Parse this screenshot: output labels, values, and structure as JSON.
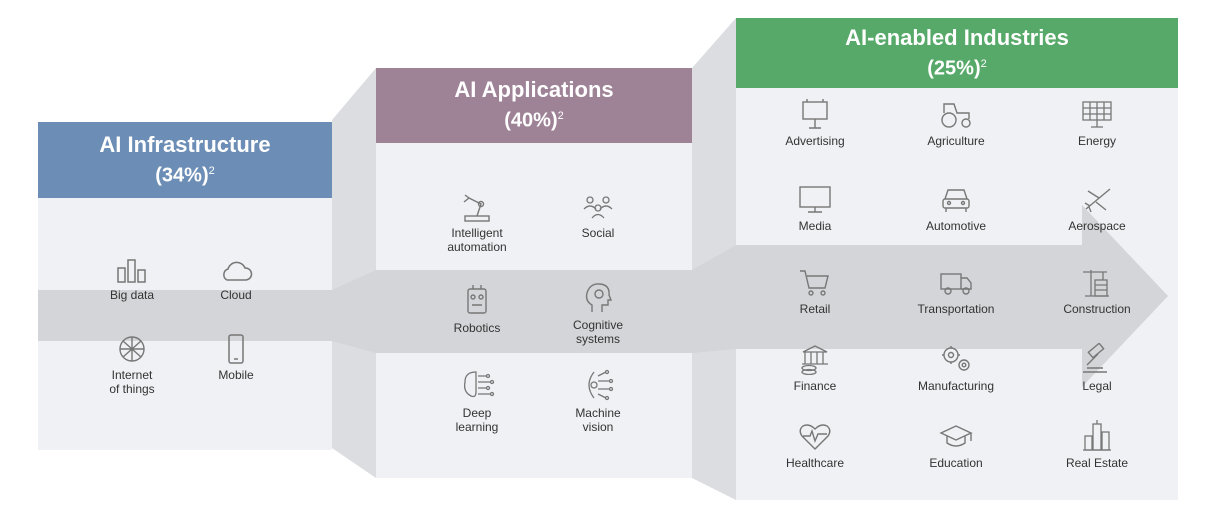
{
  "colors": {
    "infrastructure": "#6c8db5",
    "applications": "#9e8296",
    "industries": "#56a968",
    "arrow": "#d4d5d8",
    "panel": "#f0f1f4",
    "icon": "#777777"
  },
  "infrastructure": {
    "title": "AI Infrastructure",
    "share": "(34%)",
    "note": "2",
    "items": [
      {
        "label": "Big data",
        "icon": "bar-chart-icon"
      },
      {
        "label": "Cloud",
        "icon": "cloud-icon"
      },
      {
        "label": "Internet\nof things",
        "icon": "network-globe-icon"
      },
      {
        "label": "Mobile",
        "icon": "mobile-phone-icon"
      }
    ]
  },
  "applications": {
    "title": "AI Applications",
    "share": "(40%)",
    "note": "2",
    "items": [
      {
        "label": "Intelligent\nautomation",
        "icon": "robot-arm-icon"
      },
      {
        "label": "Social",
        "icon": "people-group-icon"
      },
      {
        "label": "Robotics",
        "icon": "robot-head-icon"
      },
      {
        "label": "Cognitive\nsystems",
        "icon": "brain-head-icon"
      },
      {
        "label": "Deep\nlearning",
        "icon": "brain-circuit-icon"
      },
      {
        "label": "Machine\nvision",
        "icon": "eye-circuit-icon"
      }
    ]
  },
  "industries": {
    "title": "AI-enabled Industries",
    "share": "(25%)",
    "note": "2",
    "items": [
      {
        "label": "Advertising",
        "icon": "billboard-icon"
      },
      {
        "label": "Agriculture",
        "icon": "tractor-icon"
      },
      {
        "label": "Energy",
        "icon": "solar-panel-icon"
      },
      {
        "label": "Media",
        "icon": "monitor-icon"
      },
      {
        "label": "Automotive",
        "icon": "car-icon"
      },
      {
        "label": "Aerospace",
        "icon": "airplane-icon"
      },
      {
        "label": "Retail",
        "icon": "shopping-cart-icon"
      },
      {
        "label": "Transportation",
        "icon": "truck-icon"
      },
      {
        "label": "Construction",
        "icon": "crane-icon"
      },
      {
        "label": "Finance",
        "icon": "bank-coins-icon"
      },
      {
        "label": "Manufacturing",
        "icon": "gears-icon"
      },
      {
        "label": "Legal",
        "icon": "gavel-icon"
      },
      {
        "label": "Healthcare",
        "icon": "heart-pulse-icon"
      },
      {
        "label": "Education",
        "icon": "graduation-cap-icon"
      },
      {
        "label": "Real Estate",
        "icon": "buildings-icon"
      }
    ]
  }
}
